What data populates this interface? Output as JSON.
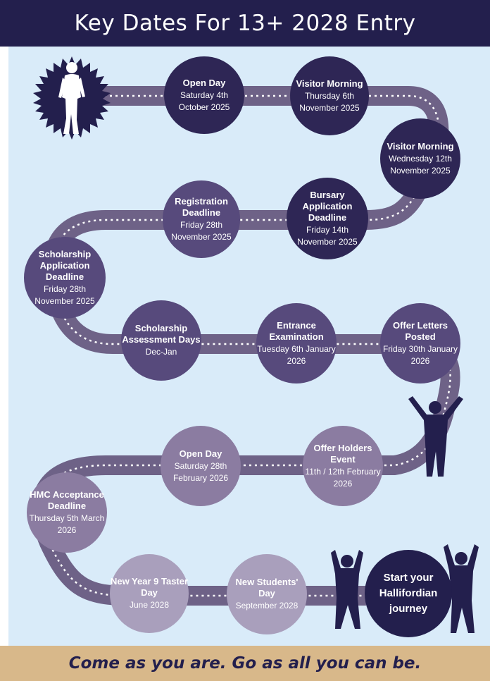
{
  "header": {
    "title": "Key Dates For 13+ 2028 Entry"
  },
  "footer": {
    "tagline": "Come as you are. Go as all you can be."
  },
  "colors": {
    "navy": "#231f4d",
    "road": "#6e6287",
    "background": "#d9ebf9",
    "footer": "#d8b88a"
  },
  "milestones": [
    {
      "title": "Open Day",
      "date": "Saturday 4th October 2025"
    },
    {
      "title": "Visitor Morning",
      "date": "Thursday 6th November 2025"
    },
    {
      "title": "Visitor Morning",
      "date": "Wednesday 12th November 2025"
    },
    {
      "title": "Bursary Application Deadline",
      "date": "Friday 14th November 2025"
    },
    {
      "title": "Registration Deadline",
      "date": "Friday 28th November 2025"
    },
    {
      "title": "Scholarship Application Deadline",
      "date": "Friday 28th November 2025"
    },
    {
      "title": "Scholarship Assessment Days",
      "date": "Dec-Jan"
    },
    {
      "title": "Entrance Examination",
      "date": "Tuesday 6th January 2026"
    },
    {
      "title": "Offer Letters Posted",
      "date": "Friday 30th January 2026"
    },
    {
      "title": "Offer Holders Event",
      "date": "11th / 12th February 2026"
    },
    {
      "title": "Open Day",
      "date": "Saturday 28th February 2026"
    },
    {
      "title": "HMC Acceptance Deadline",
      "date": "Thursday 5th March 2026"
    },
    {
      "title": "New Year 9 Taster Day",
      "date": "June 2028"
    },
    {
      "title": "New Students' Day",
      "date": "September 2028"
    }
  ],
  "final": {
    "title": "Start your Hallifordian journey"
  },
  "icons": [
    "starburst-badge",
    "walking-child-silhouette",
    "cheering-child-silhouette"
  ]
}
